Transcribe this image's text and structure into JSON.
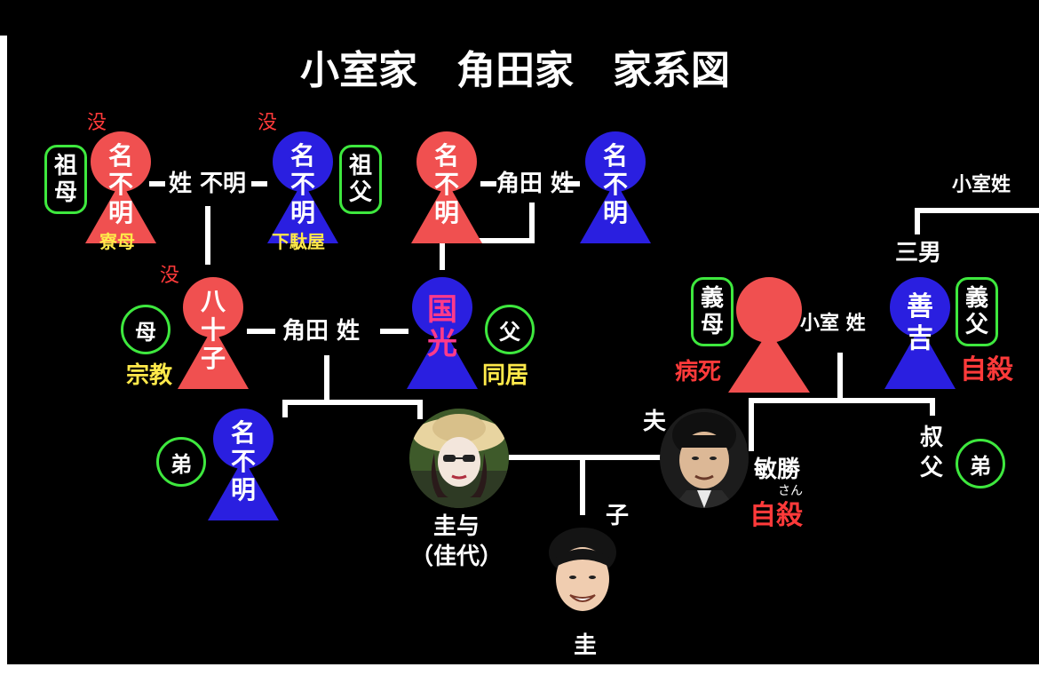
{
  "title": "小室家　角田家　家系図",
  "people": {
    "grandmother": {
      "name": [
        "名",
        "不",
        "明"
      ],
      "role": [
        "祖",
        "母"
      ],
      "status": "没",
      "note": "寮母"
    },
    "grandfather": {
      "name": [
        "名",
        "不",
        "明"
      ],
      "role": [
        "祖",
        "父"
      ],
      "status": "没",
      "note": "下駄屋"
    },
    "kakuta_woman": {
      "name": [
        "名",
        "不",
        "明"
      ]
    },
    "kakuta_man": {
      "name": [
        "名",
        "不",
        "明"
      ]
    },
    "yasoko": {
      "name": [
        "八",
        "十",
        "子"
      ],
      "role": "母",
      "status": "没",
      "note": "宗教"
    },
    "kunimitsu": {
      "name": [
        "国",
        "光"
      ],
      "role": "父",
      "note": "同居"
    },
    "mother_in_law": {
      "role": [
        "義",
        "母"
      ],
      "note": "病死"
    },
    "yoshikichi": {
      "name": [
        "善",
        "吉"
      ],
      "role": [
        "義",
        "父"
      ],
      "note": "自殺",
      "rank": "三男"
    },
    "brother": {
      "name": [
        "名",
        "不",
        "明"
      ],
      "role": "弟"
    },
    "kayo": {
      "name": "圭与",
      "alt": "（佳代）"
    },
    "toshikatsu": {
      "role": "夫",
      "name": "敏勝",
      "honorific": "さん",
      "note": "自殺"
    },
    "uncle": {
      "role": [
        "叔",
        "父"
      ],
      "sub": "弟"
    },
    "kei": {
      "name": "圭",
      "role": "子"
    }
  },
  "unions": {
    "grandparents": "姓 不明",
    "kakuta_top": "角田 姓",
    "kakuta_mid": "角田 姓",
    "komuro_mid": "小室 姓",
    "komuro_top": "小室姓"
  },
  "colors": {
    "female": "#f05050",
    "male": "#2a1fe0",
    "box": "#3ee83e",
    "note_red": "#ff3a3a",
    "note_yellow": "#ffe94a"
  }
}
